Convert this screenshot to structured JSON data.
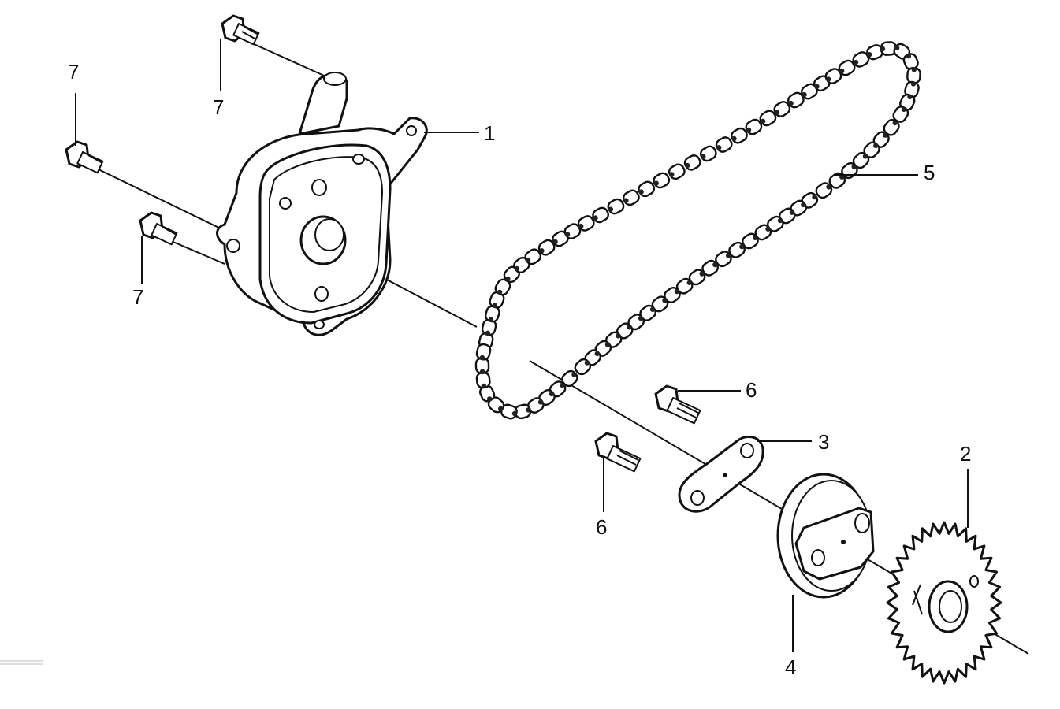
{
  "callouts": [
    {
      "id": "label-1",
      "text": "1"
    },
    {
      "id": "label-2",
      "text": "2"
    },
    {
      "id": "label-3",
      "text": "3"
    },
    {
      "id": "label-4",
      "text": "4"
    },
    {
      "id": "label-5",
      "text": "5"
    },
    {
      "id": "label-6a",
      "text": "6"
    },
    {
      "id": "label-6b",
      "text": "6"
    },
    {
      "id": "label-7a",
      "text": "7"
    },
    {
      "id": "label-7b",
      "text": "7"
    },
    {
      "id": "label-7c",
      "text": "7"
    }
  ],
  "parts": {
    "pump_body": "1",
    "driven_sprocket": "2",
    "gasket": "3",
    "pump_rotor_assembly": "4",
    "drive_chain": "5",
    "bolt_short": "6",
    "flange_bolt": "7"
  }
}
